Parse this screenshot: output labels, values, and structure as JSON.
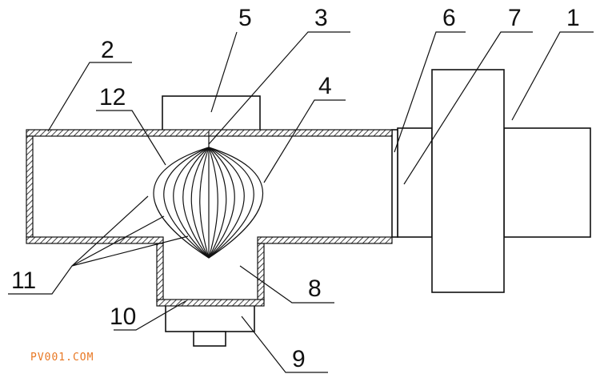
{
  "labels": {
    "l1": "1",
    "l2": "2",
    "l3": "3",
    "l4": "4",
    "l5": "5",
    "l6": "6",
    "l7": "7",
    "l8": "8",
    "l9": "9",
    "l10": "10",
    "l11": "11",
    "l12": "12"
  },
  "watermark": "PV001.COM",
  "colors": {
    "stroke": "#111111",
    "watermark": "#e87722"
  }
}
